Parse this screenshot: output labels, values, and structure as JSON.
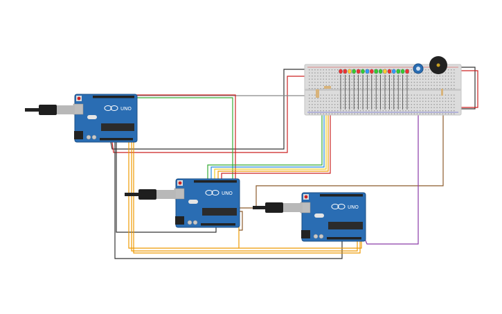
{
  "canvas": {
    "background": "#ffffff"
  },
  "boards": [
    {
      "id": "arduino-1",
      "model_label": "UNO",
      "board_color": "#2a6db3",
      "chip_color": "#2b2b2b"
    },
    {
      "id": "arduino-2",
      "model_label": "UNO",
      "board_color": "#2a6db3",
      "chip_color": "#2b2b2b"
    },
    {
      "id": "arduino-3",
      "model_label": "UNO",
      "board_color": "#2a6db3",
      "chip_color": "#2b2b2b"
    }
  ],
  "breadboard": {
    "color": "#dcdcdc",
    "rail_red": "#d33",
    "rail_blue": "#33c"
  },
  "components": {
    "leds": [
      "#e33",
      "#e33",
      "#fc3",
      "#3c3",
      "#e33",
      "#3c3",
      "#39f",
      "#e33",
      "#3c3",
      "#3c3",
      "#fc3",
      "#e33",
      "#39f",
      "#3c3",
      "#3c3",
      "#e33"
    ],
    "buzzer_color": "#222222",
    "potentiometer_color": "#2a6db3"
  },
  "wire_colors": {
    "black": "#333333",
    "red": "#cc2222",
    "green": "#33aa33",
    "blue": "#2288dd",
    "orange": "#e69a1a",
    "yellow": "#e6c21a",
    "brown": "#8b5a2b",
    "purple": "#8a3aa8",
    "gray": "#888888"
  }
}
